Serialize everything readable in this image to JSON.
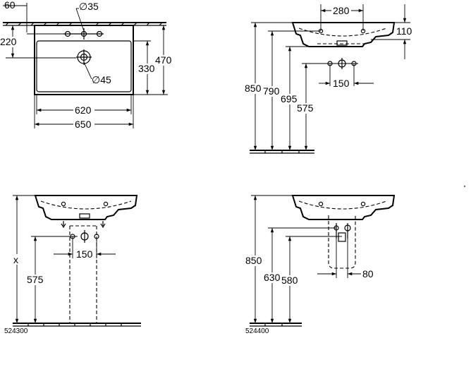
{
  "top_view": {
    "dim_60": "60",
    "dim_220": "220",
    "dim_d35": "∅35",
    "dim_d45": "∅45",
    "dim_330": "330",
    "dim_470": "470",
    "dim_620": "620",
    "dim_650": "650"
  },
  "side_view": {
    "dim_280": "280",
    "dim_110": "110",
    "dim_850": "850",
    "dim_790": "790",
    "dim_695": "695",
    "dim_575": "575",
    "dim_150": "150"
  },
  "view_524300": {
    "dim_x": "x",
    "dim_575": "575",
    "dim_150": "150",
    "code": "524300"
  },
  "view_524400": {
    "dim_850": "850",
    "dim_630": "630",
    "dim_580": "580",
    "dim_80": "80",
    "code": "524400"
  }
}
